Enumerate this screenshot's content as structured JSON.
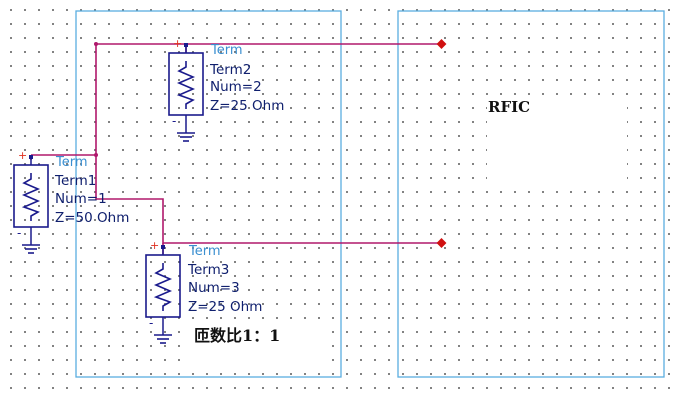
{
  "components": [
    {
      "id": "term2",
      "type_label": "Term",
      "name": "Term2",
      "num": "Num=2",
      "impedance": "Z=25 Ohm"
    },
    {
      "id": "term1",
      "type_label": "Term",
      "name": "Term1",
      "num": "Num=1",
      "impedance": "Z=50 Ohm"
    },
    {
      "id": "term3",
      "type_label": "Term",
      "name": "Term3",
      "num": "Num=3",
      "impedance": "Z=25 Ohm"
    }
  ],
  "notes": {
    "rfic": "RFIC",
    "ratio": "匝数比1：1"
  },
  "colors": {
    "wire": "#b0186c",
    "component": "#1a1a8c",
    "box": "#5aaee0",
    "pin": "#e03020",
    "port": "#d01010"
  }
}
